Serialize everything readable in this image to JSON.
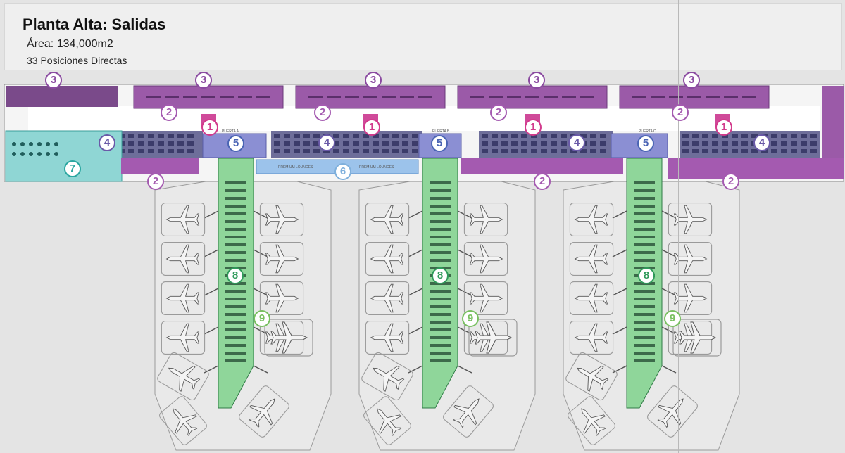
{
  "header": {
    "title": "Planta Alta: Salidas",
    "area": "Área: 134,000m2",
    "positions": "33 Posiciones Directas"
  },
  "zone_labels": {
    "puerta_a": "PUERTA A",
    "puerta_b": "PUERTA B",
    "puerta_c": "PUERTA C",
    "premium_lounges": "PREMIUM LOUNGES"
  },
  "badges": [
    {
      "number": "1",
      "color": "#d23a8c"
    },
    {
      "number": "1",
      "color": "#d23a8c"
    },
    {
      "number": "1",
      "color": "#d23a8c"
    },
    {
      "number": "1",
      "color": "#d23a8c"
    },
    {
      "number": "2",
      "color": "#a45ab0"
    },
    {
      "number": "2",
      "color": "#a45ab0"
    },
    {
      "number": "2",
      "color": "#a45ab0"
    },
    {
      "number": "2",
      "color": "#a45ab0"
    },
    {
      "number": "2",
      "color": "#a45ab0"
    },
    {
      "number": "2",
      "color": "#a45ab0"
    },
    {
      "number": "2",
      "color": "#a45ab0"
    },
    {
      "number": "3",
      "color": "#8a4aa0"
    },
    {
      "number": "3",
      "color": "#8a4aa0"
    },
    {
      "number": "3",
      "color": "#8a4aa0"
    },
    {
      "number": "3",
      "color": "#8a4aa0"
    },
    {
      "number": "3",
      "color": "#8a4aa0"
    },
    {
      "number": "4",
      "color": "#6a5aa8"
    },
    {
      "number": "4",
      "color": "#6a5aa8"
    },
    {
      "number": "4",
      "color": "#6a5aa8"
    },
    {
      "number": "4",
      "color": "#6a5aa8"
    },
    {
      "number": "5",
      "color": "#4a64b4"
    },
    {
      "number": "5",
      "color": "#4a64b4"
    },
    {
      "number": "5",
      "color": "#4a64b4"
    },
    {
      "number": "6",
      "color": "#7fb0dc"
    },
    {
      "number": "7",
      "color": "#2aa6a0"
    },
    {
      "number": "8",
      "color": "#2f9a5a"
    },
    {
      "number": "8",
      "color": "#2f9a5a"
    },
    {
      "number": "8",
      "color": "#2f9a5a"
    },
    {
      "number": "9",
      "color": "#78c060"
    },
    {
      "number": "9",
      "color": "#78c060"
    },
    {
      "number": "9",
      "color": "#78c060"
    }
  ],
  "colors": {
    "departure_lounge": "#9b5aa8",
    "shops_strip": "#a45ab0",
    "gate_area": "#3c3c6a",
    "security": "#8b8fd3",
    "premium": "#9cc3eb",
    "pier": "#8fd69a",
    "service": "#8fd6d4",
    "apron": "#dcdcdc"
  }
}
